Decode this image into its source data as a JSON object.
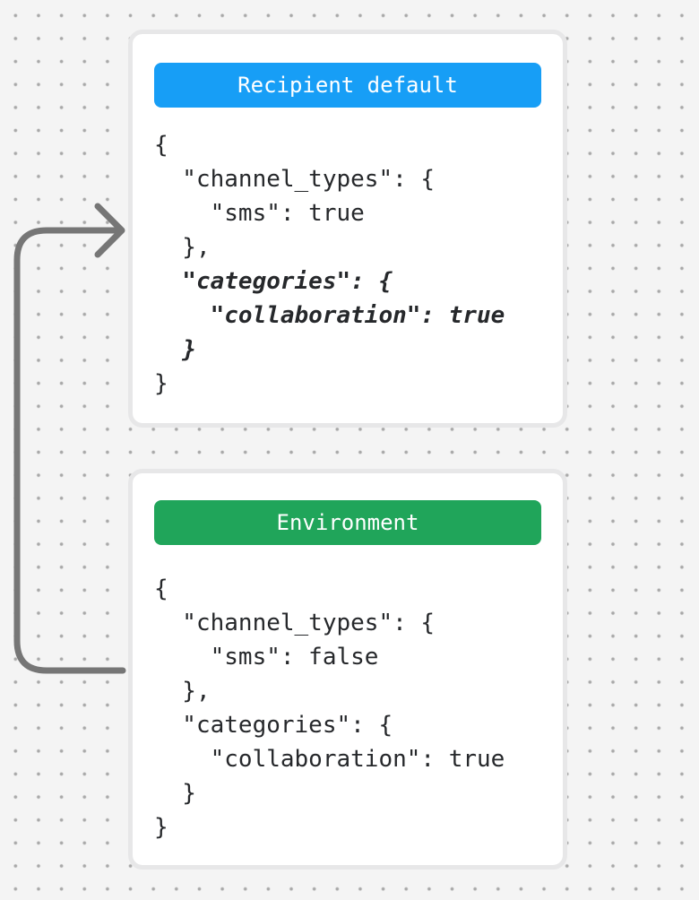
{
  "diagram": {
    "background_color": "#f4f4f4",
    "dot_color": "#a8a8a8",
    "arrow": {
      "name": "environment-to-recipient-default-merge-arrow",
      "color": "#767676"
    },
    "cards": [
      {
        "title": "Recipient default",
        "title_bg_color": "#179ef6",
        "code_lines": [
          {
            "text": "{",
            "emphasis": false
          },
          {
            "text": "  \"channel_types\": {",
            "emphasis": false
          },
          {
            "text": "    \"sms\": true",
            "emphasis": false
          },
          {
            "text": "  },",
            "emphasis": false
          },
          {
            "text": "  \"categories\": {",
            "emphasis": true
          },
          {
            "text": "    \"collaboration\": true",
            "emphasis": true
          },
          {
            "text": "  }",
            "emphasis": true
          },
          {
            "text": "}",
            "emphasis": false
          }
        ]
      },
      {
        "title": "Environment",
        "title_bg_color": "#20a55a",
        "code_lines": [
          {
            "text": "{",
            "emphasis": false
          },
          {
            "text": "  \"channel_types\": {",
            "emphasis": false
          },
          {
            "text": "    \"sms\": false",
            "emphasis": false
          },
          {
            "text": "  },",
            "emphasis": false
          },
          {
            "text": "  \"categories\": {",
            "emphasis": false
          },
          {
            "text": "    \"collaboration\": true",
            "emphasis": false
          },
          {
            "text": "  }",
            "emphasis": false
          },
          {
            "text": "}",
            "emphasis": false
          }
        ]
      }
    ]
  }
}
